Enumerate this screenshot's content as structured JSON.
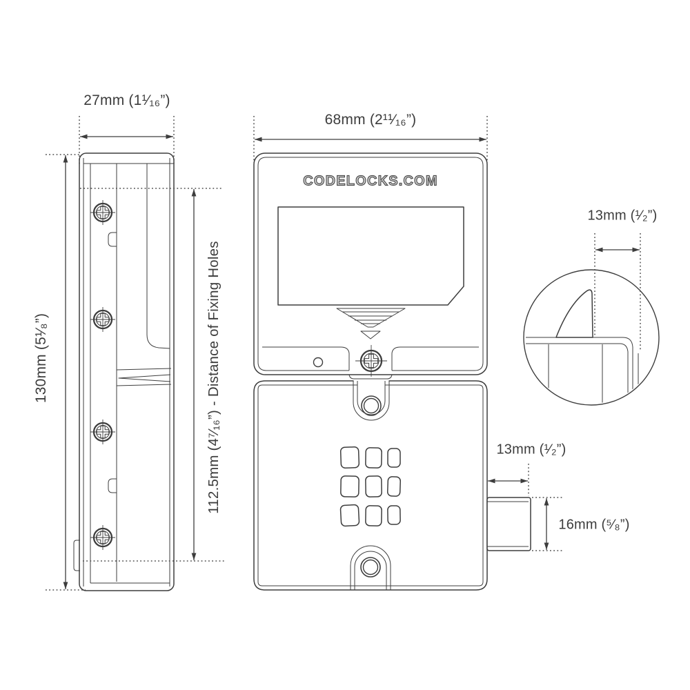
{
  "drawing": {
    "brand_text": "CODELOCKS.COM",
    "line_color": "#3d3d3d",
    "background_color": "#ffffff",
    "labels": {
      "side_width": "27mm (1¹⁄₁₆”)",
      "front_width": "68mm (2¹¹⁄₁₆”)",
      "overall_height": "130mm (5¹⁄₈”)",
      "fixing_holes_distance": "112.5mm (4⁷⁄₁₆”) - Distance of Fixing Holes",
      "latch_detail_width": "13mm (¹⁄₂”)",
      "bolt_projection": "13mm (¹⁄₂”)",
      "bolt_height": "16mm (⁵⁄₈”)"
    }
  }
}
